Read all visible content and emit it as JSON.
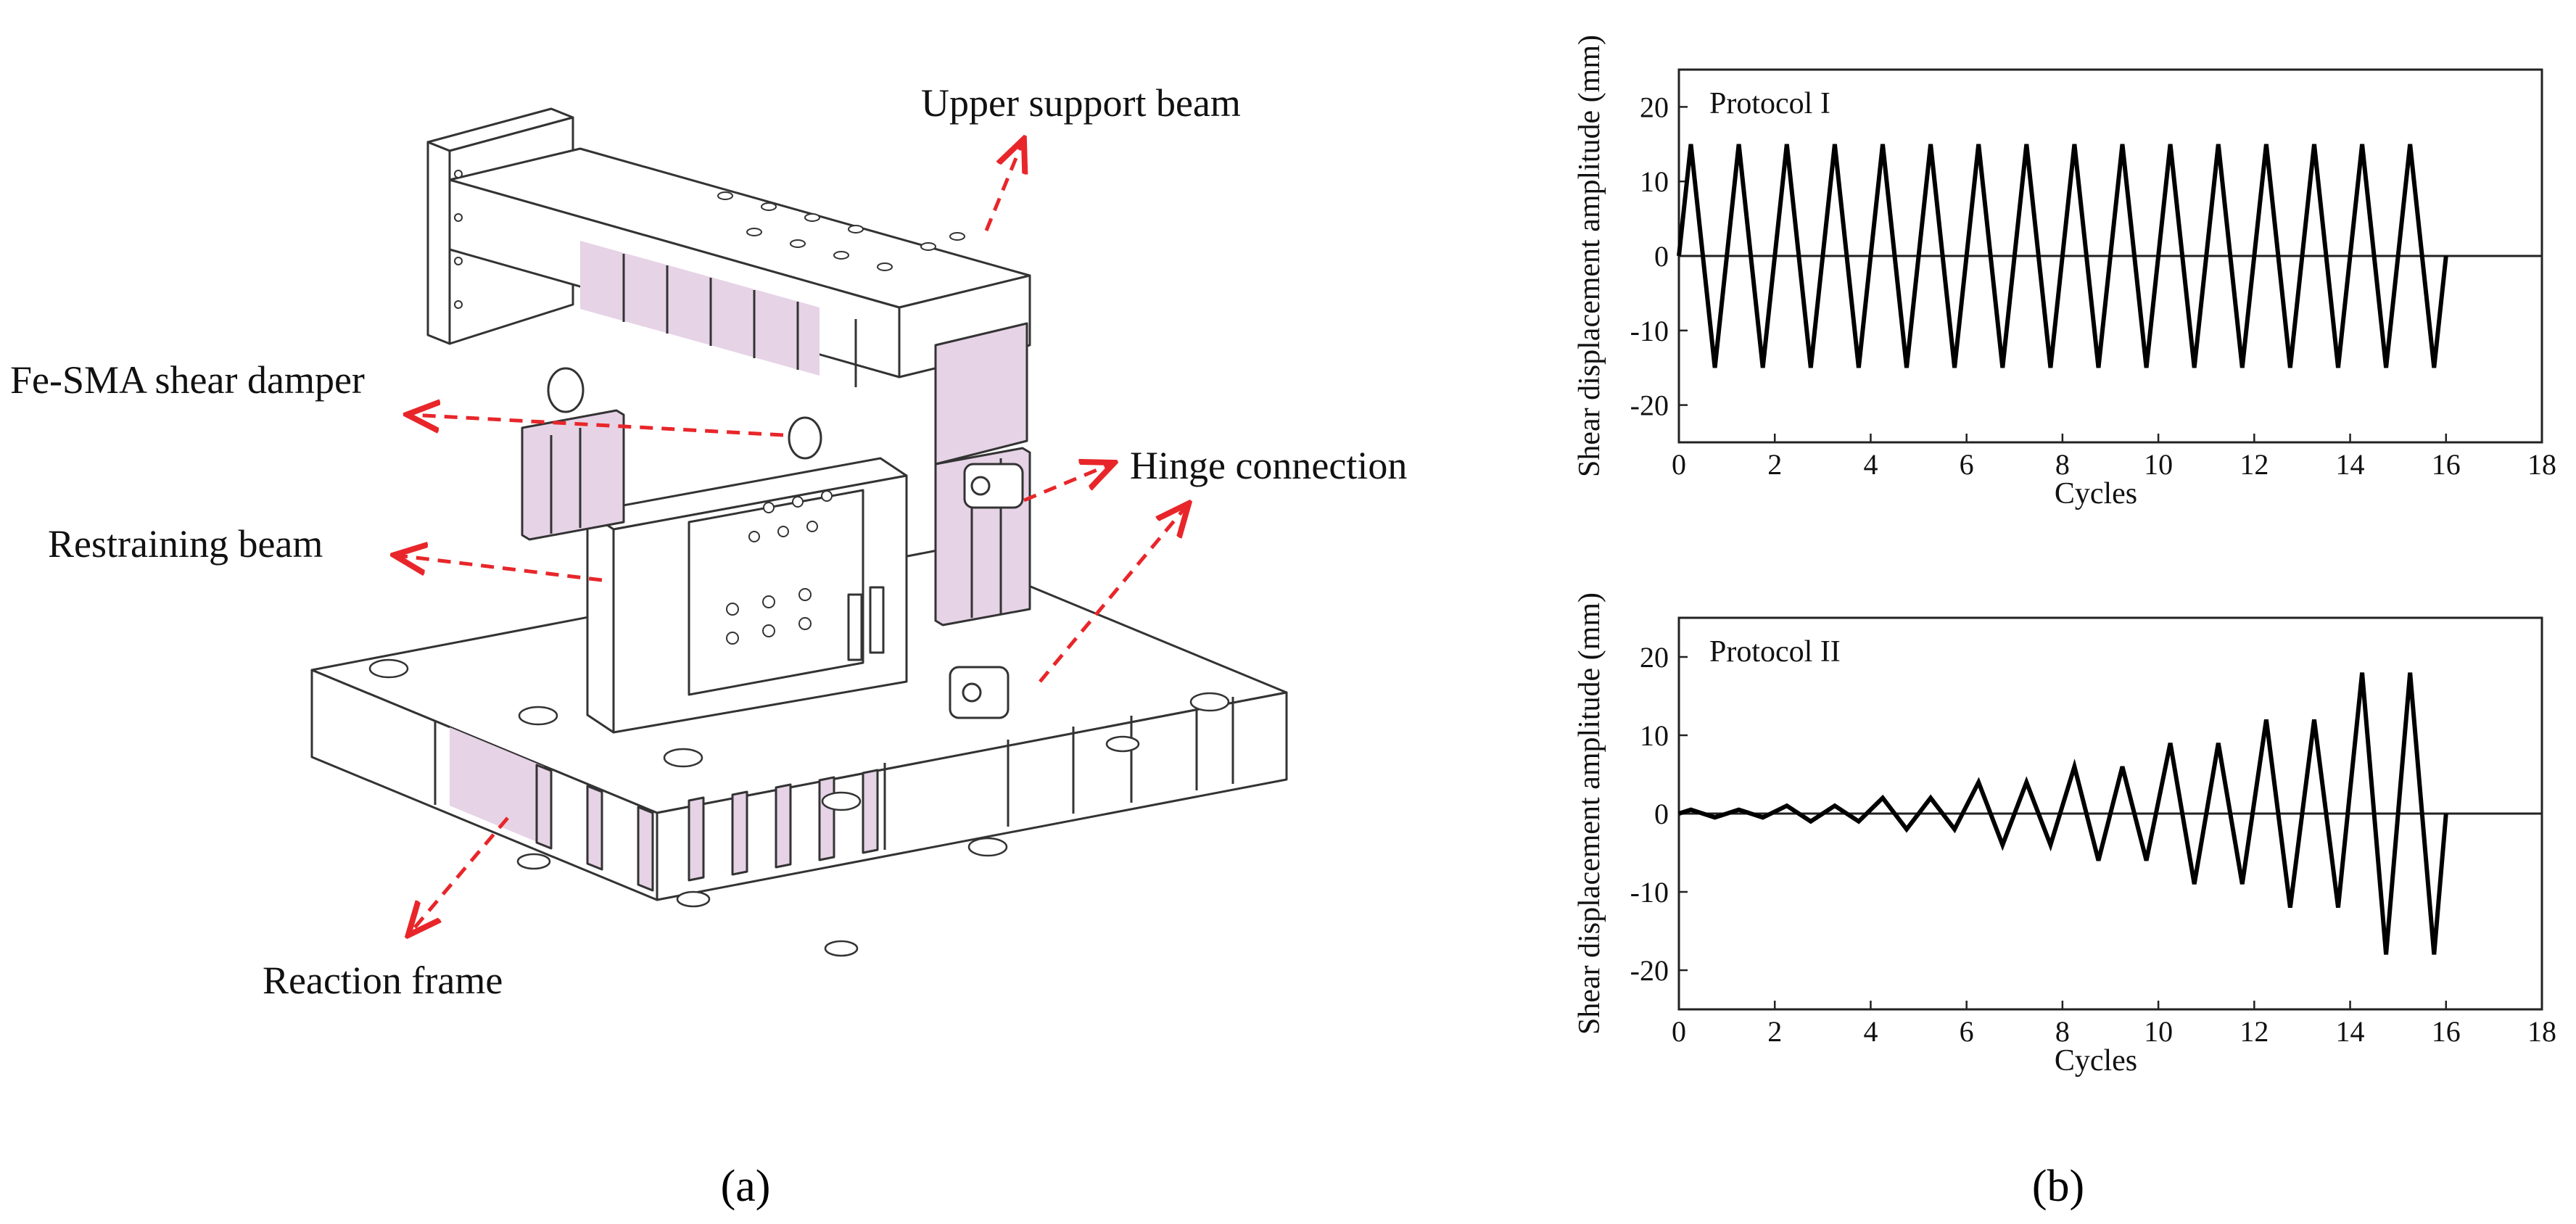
{
  "diagram": {
    "labels": {
      "upper_support_beam": "Upper support beam",
      "fe_sma_shear_damper": "Fe-SMA shear damper",
      "hinge_connection": "Hinge connection",
      "restraining_beam": "Restraining beam",
      "reaction_frame": "Reaction frame"
    },
    "arrow_color": "#e8262a",
    "face_color": "#e6d3e6"
  },
  "captions": {
    "a": "(a)",
    "b": "(b)"
  },
  "chart_data": [
    {
      "type": "line",
      "annotation": "Protocol I",
      "xlabel": "Cycles",
      "ylabel": "Shear displacement amplitude (mm)",
      "xlim": [
        0,
        18
      ],
      "ylim": [
        -25,
        25
      ],
      "xticks": [
        0,
        2,
        4,
        6,
        8,
        10,
        12,
        14,
        16,
        18
      ],
      "yticks": [
        -20,
        -10,
        0,
        10,
        20
      ],
      "x": [
        0,
        0.25,
        0.75,
        1.25,
        1.75,
        2.25,
        2.75,
        3.25,
        3.75,
        4.25,
        4.75,
        5.25,
        5.75,
        6.25,
        6.75,
        7.25,
        7.75,
        8.25,
        8.75,
        9.25,
        9.75,
        10.25,
        10.75,
        11.25,
        11.75,
        12.25,
        12.75,
        13.25,
        13.75,
        14.25,
        14.75,
        15.25,
        15.75,
        16
      ],
      "y": [
        0,
        15,
        -15,
        15,
        -15,
        15,
        -15,
        15,
        -15,
        15,
        -15,
        15,
        -15,
        15,
        -15,
        15,
        -15,
        15,
        -15,
        15,
        -15,
        15,
        -15,
        15,
        -15,
        15,
        -15,
        15,
        -15,
        15,
        -15,
        15,
        -15,
        0
      ]
    },
    {
      "type": "line",
      "annotation": "Protocol II",
      "xlabel": "Cycles",
      "ylabel": "Shear displacement amplitude (mm)",
      "xlim": [
        0,
        18
      ],
      "ylim": [
        -25,
        25
      ],
      "xticks": [
        0,
        2,
        4,
        6,
        8,
        10,
        12,
        14,
        16,
        18
      ],
      "yticks": [
        -20,
        -10,
        0,
        10,
        20
      ],
      "x": [
        0,
        0.25,
        0.75,
        1.25,
        1.75,
        2.25,
        2.75,
        3.25,
        3.75,
        4.25,
        4.75,
        5.25,
        5.75,
        6.25,
        6.75,
        7.25,
        7.75,
        8.25,
        8.75,
        9.25,
        9.75,
        10.25,
        10.75,
        11.25,
        11.75,
        12.25,
        12.75,
        13.25,
        13.75,
        14.25,
        14.75,
        15.25,
        15.75,
        16
      ],
      "y": [
        0,
        0.5,
        -0.5,
        0.5,
        -0.5,
        1,
        -1,
        1,
        -1,
        2,
        -2,
        2,
        -2,
        4,
        -4,
        4,
        -4,
        6,
        -6,
        6,
        -6,
        9,
        -9,
        9,
        -9,
        12,
        -12,
        12,
        -12,
        18,
        -18,
        18,
        -18,
        0
      ]
    }
  ]
}
